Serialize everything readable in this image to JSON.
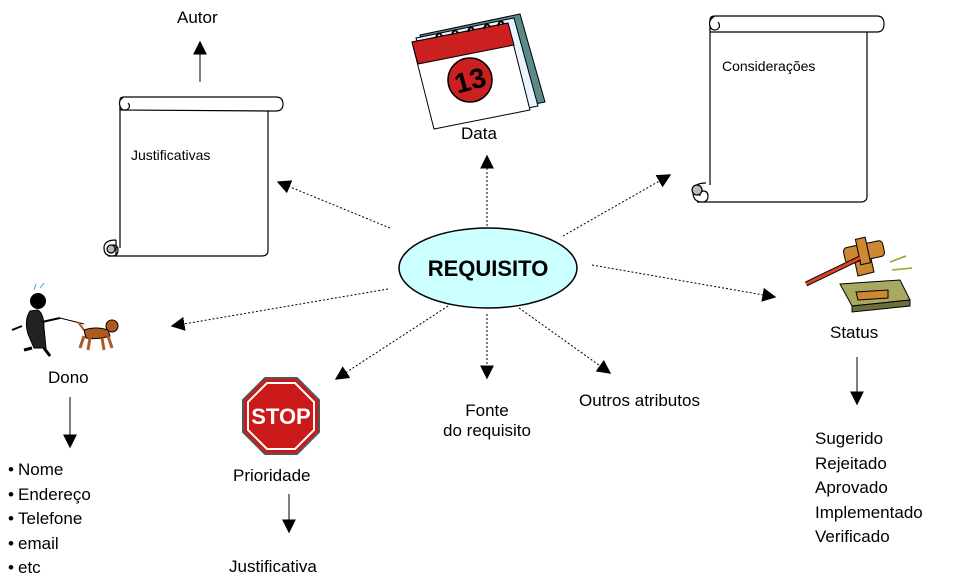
{
  "center": {
    "label": "REQUISITO"
  },
  "author": "Autor",
  "justificativas": "Justificativas",
  "date": "Data",
  "calendar_number": "13",
  "consideracoes": "Considerações",
  "status": {
    "label": "Status",
    "items": [
      "Sugerido",
      "Rejeitado",
      "Aprovado",
      "Implementado",
      "Verificado"
    ]
  },
  "owner": {
    "label": "Dono",
    "items": [
      "Nome",
      "Endereço",
      "Telefone",
      "email",
      "etc"
    ]
  },
  "priority": {
    "label": "Prioridade",
    "stop_sign": "STOP",
    "sub": "Justificativa"
  },
  "source": {
    "line1": "Fonte",
    "line2": "do requisito"
  },
  "others": "Outros atributos",
  "colors": {
    "ellipse_fill": "#ccffff",
    "calendar_page": "#e8f4ff",
    "calendar_red": "#cc2020",
    "stop_red": "#cc1a1a",
    "gavel_wood": "#cc8833",
    "dog": "#b05a20"
  }
}
